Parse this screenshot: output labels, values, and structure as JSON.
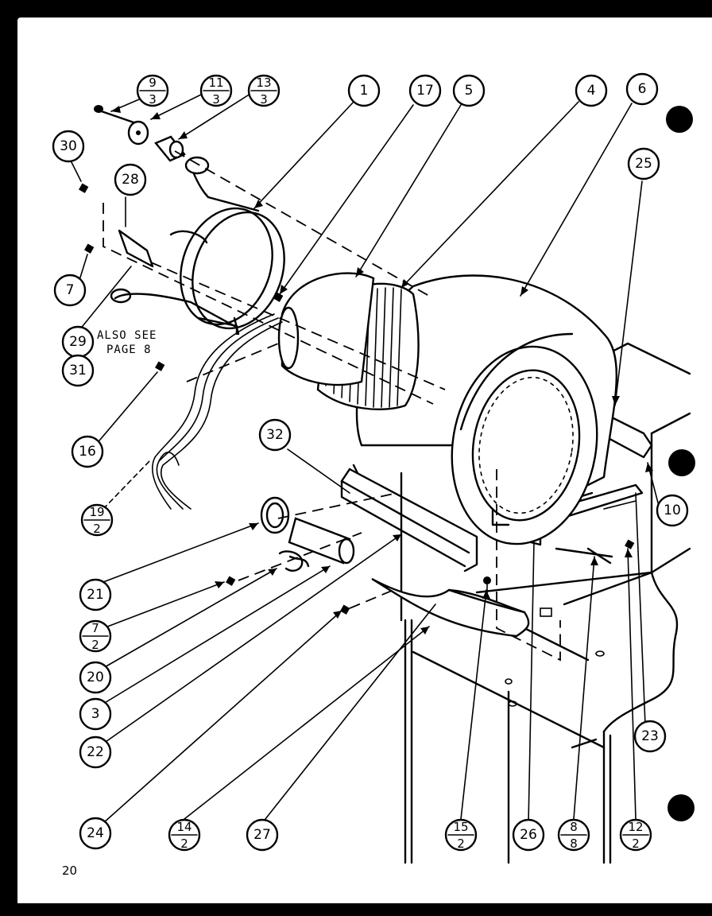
{
  "note": {
    "line1": "ALSO SEE",
    "line2": "PAGE 8"
  },
  "page_number": "20",
  "callouts": {
    "c1": {
      "label": "1"
    },
    "c3": {
      "label": "3"
    },
    "c4": {
      "label": "4"
    },
    "c5": {
      "label": "5"
    },
    "c6": {
      "label": "6"
    },
    "c7": {
      "label": "7"
    },
    "c10": {
      "label": "10"
    },
    "c16": {
      "label": "16"
    },
    "c17": {
      "label": "17"
    },
    "c20": {
      "label": "20"
    },
    "c21": {
      "label": "21"
    },
    "c22": {
      "label": "22"
    },
    "c23": {
      "label": "23"
    },
    "c24": {
      "label": "24"
    },
    "c25": {
      "label": "25"
    },
    "c26": {
      "label": "26"
    },
    "c27": {
      "label": "27"
    },
    "c28": {
      "label": "28"
    },
    "c29": {
      "label": "29"
    },
    "c30": {
      "label": "30"
    },
    "c31": {
      "label": "31"
    },
    "c32": {
      "label": "32"
    },
    "f9": {
      "num": "9",
      "den": "3"
    },
    "f11": {
      "num": "11",
      "den": "3"
    },
    "f13": {
      "num": "13",
      "den": "3"
    },
    "f19": {
      "num": "19",
      "den": "2"
    },
    "f7": {
      "num": "7",
      "den": "2"
    },
    "f14": {
      "num": "14",
      "den": "2"
    },
    "f15": {
      "num": "15",
      "den": "2"
    },
    "f8": {
      "num": "8",
      "den": "8"
    },
    "f12": {
      "num": "12",
      "den": "2"
    }
  }
}
